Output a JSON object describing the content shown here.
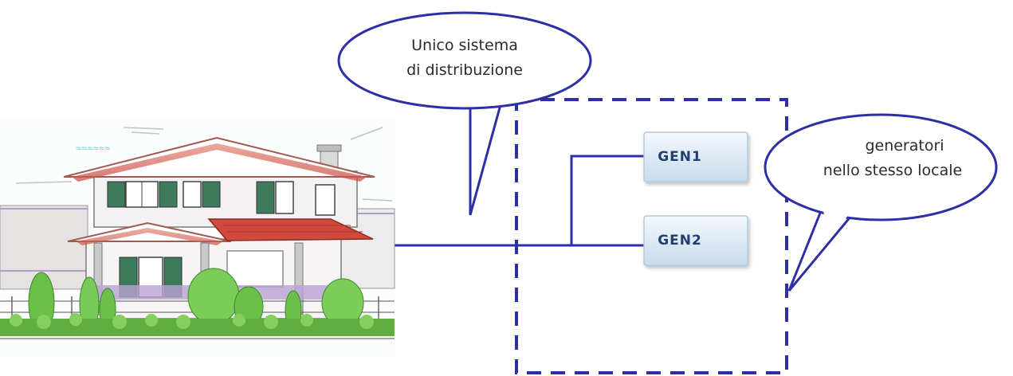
{
  "callouts": {
    "distribution": {
      "line1": "Unico sistema",
      "line2": "di distribuzione"
    },
    "generators": {
      "line1": "generatori",
      "line2": "nello stesso locale"
    }
  },
  "generators": {
    "gen1": {
      "label": "GEN1"
    },
    "gen2": {
      "label": "GEN2"
    }
  },
  "colors": {
    "line": "#2c2fa6",
    "box_fill_top": "#f2f7fb",
    "box_fill_bottom": "#c9dcec",
    "box_border": "#b3c9dd",
    "label": "#1f3f6e"
  },
  "icons": {
    "building": "house-drawing-illustration"
  }
}
